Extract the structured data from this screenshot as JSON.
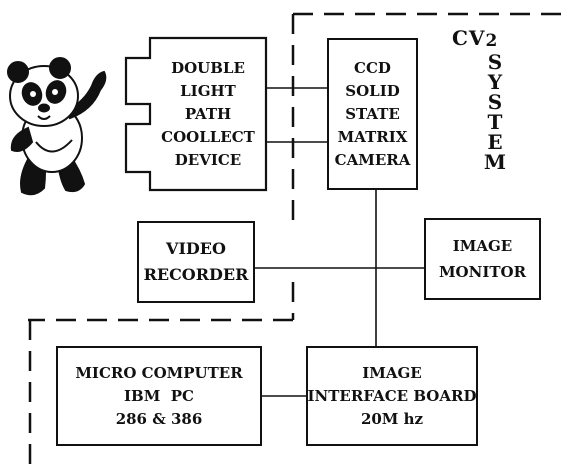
{
  "system_label": {
    "cv": "CV",
    "num": "2",
    "vertical": [
      "S",
      "Y",
      "S",
      "T",
      "E",
      "M"
    ]
  },
  "blocks": {
    "light_path": [
      "DOUBLE",
      "LIGHT",
      "PATH",
      "COOLLECT",
      "DEVICE"
    ],
    "ccd_camera": [
      "CCD",
      "SOLID",
      "STATE",
      "MATRIX",
      "CAMERA"
    ],
    "video_recorder": [
      "VIDEO",
      "RECORDER"
    ],
    "image_monitor": [
      "IMAGE",
      "MONITOR"
    ],
    "micro_computer": [
      "MICRO COMPUTER",
      "IBM  PC",
      "286 & 386"
    ],
    "interface_board": [
      "IMAGE",
      "INTERFACE BOARD",
      "20M hz"
    ]
  },
  "mascot": "panda-mascot"
}
